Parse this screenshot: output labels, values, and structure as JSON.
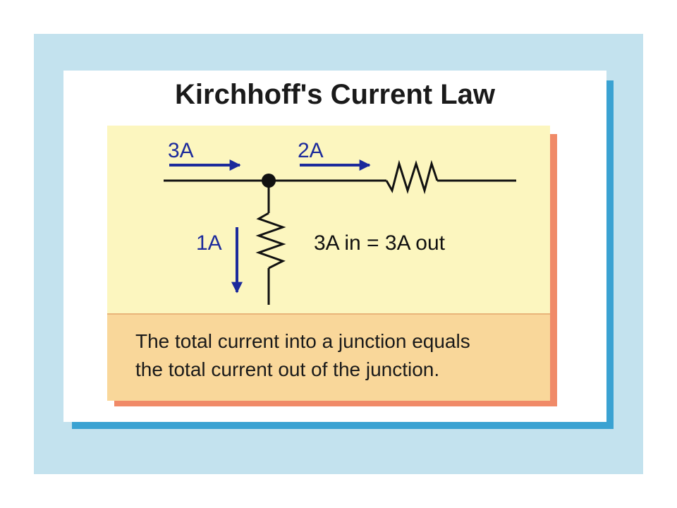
{
  "title": "Kirchhoff's Current Law",
  "labels": {
    "in_current": "3A",
    "right_current": "2A",
    "down_current": "1A",
    "equation": "3A in = 3A out"
  },
  "caption": {
    "line1": "The total current into a junction equals",
    "line2": "the total current out of the junction."
  },
  "colors": {
    "arrow": "#1c2a9c",
    "wire": "#111111",
    "panel": "#fcf6bf",
    "caption_bg": "#f9d79a",
    "backdrop": "#c3e2ee",
    "card_shadow": "#3aa2d2",
    "panel_shadow": "#f08a68"
  }
}
